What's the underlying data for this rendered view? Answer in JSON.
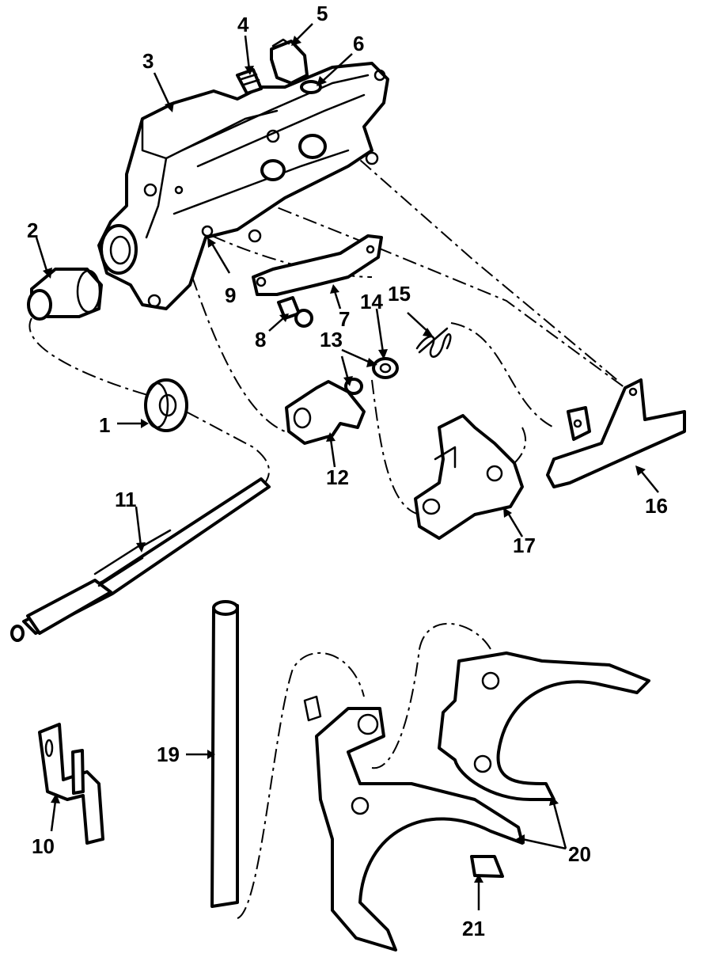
{
  "diagram": {
    "callouts": [
      {
        "id": "1",
        "label": "1"
      },
      {
        "id": "2",
        "label": "2"
      },
      {
        "id": "3",
        "label": "3"
      },
      {
        "id": "4",
        "label": "4"
      },
      {
        "id": "5",
        "label": "5"
      },
      {
        "id": "6",
        "label": "6"
      },
      {
        "id": "7",
        "label": "7"
      },
      {
        "id": "8",
        "label": "8"
      },
      {
        "id": "9",
        "label": "9"
      },
      {
        "id": "10",
        "label": "10"
      },
      {
        "id": "11",
        "label": "11"
      },
      {
        "id": "12",
        "label": "12"
      },
      {
        "id": "13",
        "label": "13"
      },
      {
        "id": "14",
        "label": "14"
      },
      {
        "id": "15",
        "label": "15"
      },
      {
        "id": "16",
        "label": "16"
      },
      {
        "id": "17",
        "label": "17"
      },
      {
        "id": "19",
        "label": "19"
      },
      {
        "id": "20",
        "label": "20"
      },
      {
        "id": "21",
        "label": "21"
      }
    ],
    "colors": {
      "ink": "#000000",
      "paper": "#ffffff"
    }
  }
}
